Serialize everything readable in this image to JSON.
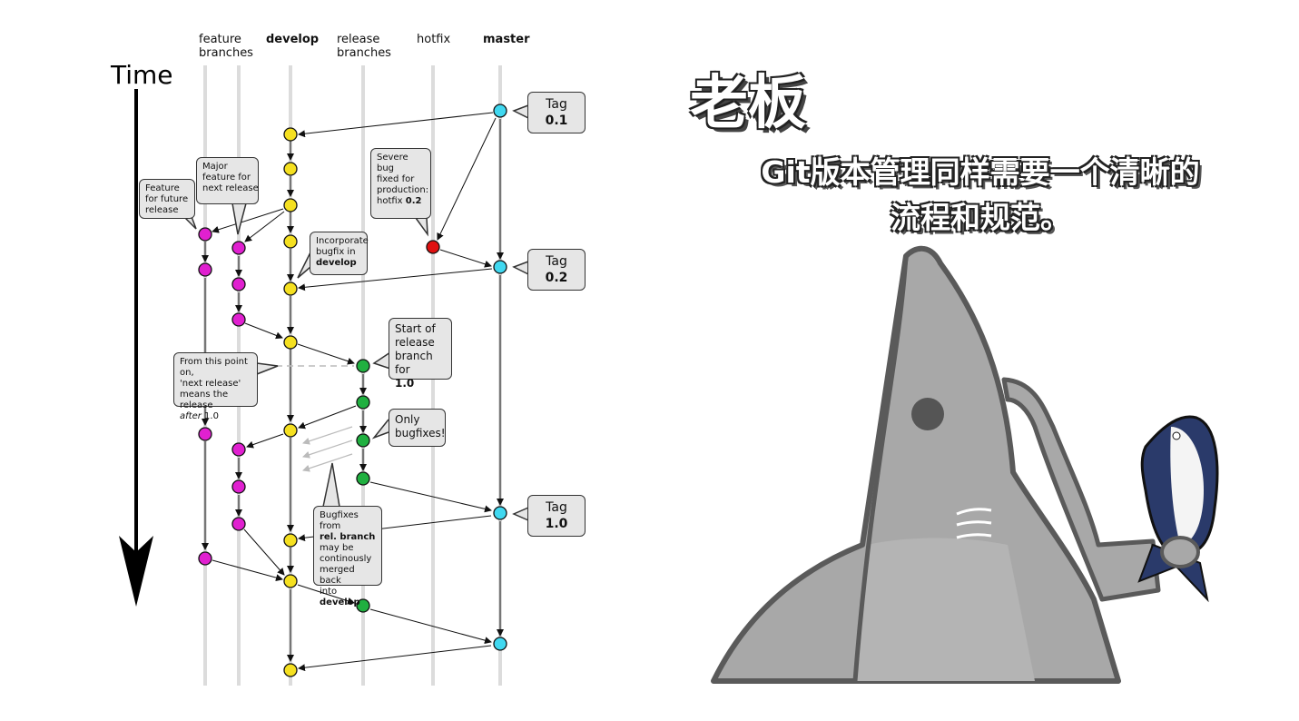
{
  "columns": {
    "feature": "feature\nbranches",
    "develop": "develop",
    "release": "release\nbranches",
    "hotfix": "hotfix",
    "master": "master"
  },
  "time_label": "Time",
  "callouts": {
    "feature_future": "Feature\nfor future\nrelease",
    "major_feature": "Major\nfeature for\nnext release",
    "severe_bug": [
      "Severe bug",
      "fixed for",
      "production:",
      "hotfix ",
      "0.2"
    ],
    "incorporate": [
      "Incorporate",
      "bugfix in",
      "develop"
    ],
    "start_release": [
      "Start of",
      "release",
      "branch for",
      "1.0"
    ],
    "from_this_point": [
      "From this point on,",
      "'next release'",
      "means the release",
      "after",
      " 1.0"
    ],
    "only_bugfixes": "Only\nbugfixes!",
    "bugfixes_from": [
      "Bugfixes from",
      "rel. branch",
      "may be",
      "continously",
      "merged back",
      "into ",
      "develop"
    ]
  },
  "tags": [
    {
      "label": "Tag",
      "value": "0.1"
    },
    {
      "label": "Tag",
      "value": "0.2"
    },
    {
      "label": "Tag",
      "value": "1.0"
    }
  ],
  "colors": {
    "feature": "#e020d0",
    "develop": "#f5e020",
    "release": "#20b040",
    "hotfix": "#e01010",
    "master": "#40d8f0",
    "lane": "#dcdcdc",
    "callout_bg": "#e6e6e6"
  },
  "meme": {
    "title": "老板",
    "subtitle_line1": "Git版本管理同样需要一个清晰的",
    "subtitle_line2": "流程和规范。"
  }
}
